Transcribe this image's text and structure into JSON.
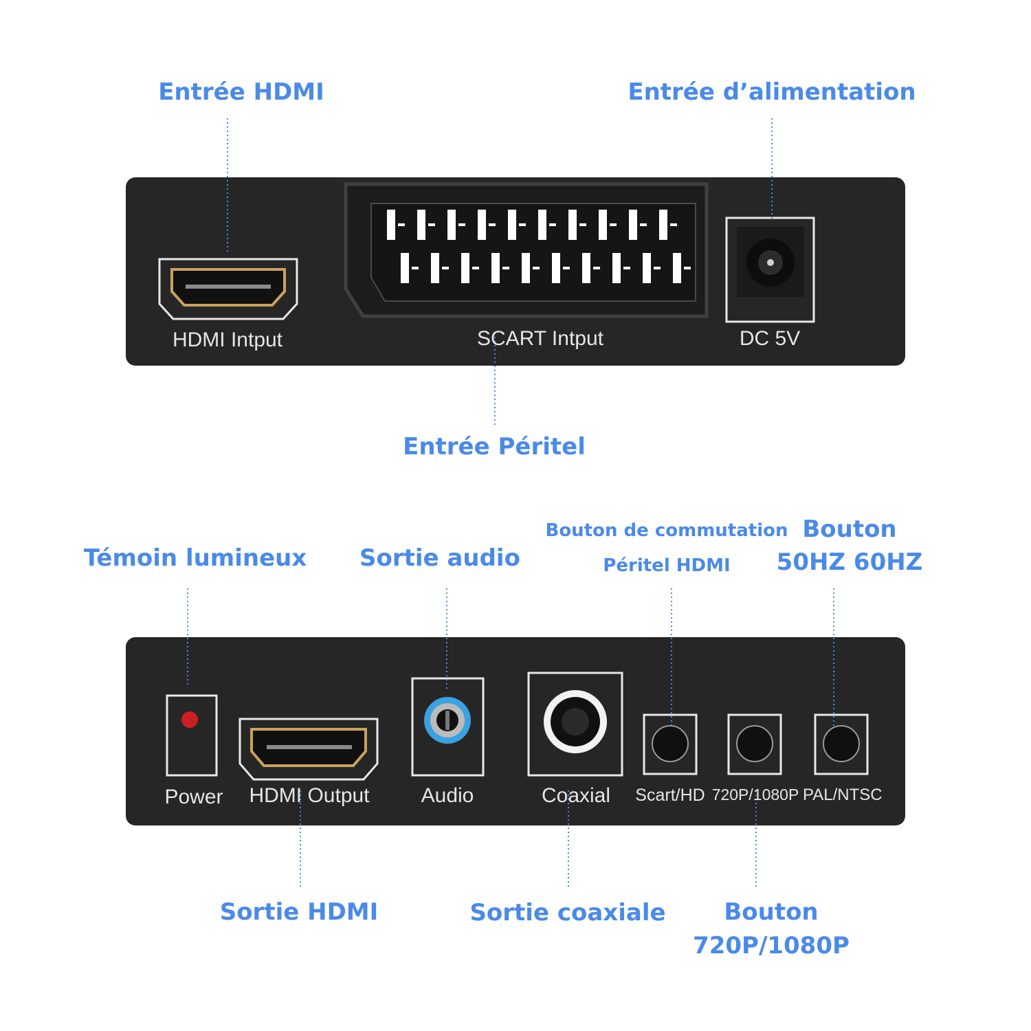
{
  "colors": {
    "callout_text": "#4a8ae8",
    "leader_line": "#4a8ae8",
    "panel": "#262626",
    "port_outline": "#e8e8e8",
    "power_led": "#cc1f1f",
    "audio_ring": "#3aa2e0"
  },
  "front_panel": {
    "ports": {
      "hdmi_input": "HDMI Intput",
      "scart_input": "SCART Intput",
      "dc_power": "DC 5V"
    },
    "callouts": {
      "hdmi_input": "Entrée HDMI",
      "power_input": "Entrée d’alimentation",
      "scart_input": "Entrée Péritel"
    }
  },
  "back_panel": {
    "ports": {
      "power": "Power",
      "hdmi_output": "HDMI Output",
      "audio": "Audio",
      "coaxial": "Coaxial",
      "scart_hd": "Scart/HD",
      "resolution": "720P/1080P",
      "pal_ntsc": "PAL/NTSC"
    },
    "callouts": {
      "indicator_light": "Témoin lumineux",
      "audio_output": "Sortie audio",
      "switch_button_line1": "Bouton de commutation",
      "switch_button_line2": "Péritel HDMI",
      "freq_button_line1": "Bouton",
      "freq_button_line2": "50HZ 60HZ",
      "hdmi_output": "Sortie HDMI",
      "coaxial_output": "Sortie coaxiale",
      "res_button_line1": "Bouton",
      "res_button_line2": "720P/1080P"
    }
  }
}
